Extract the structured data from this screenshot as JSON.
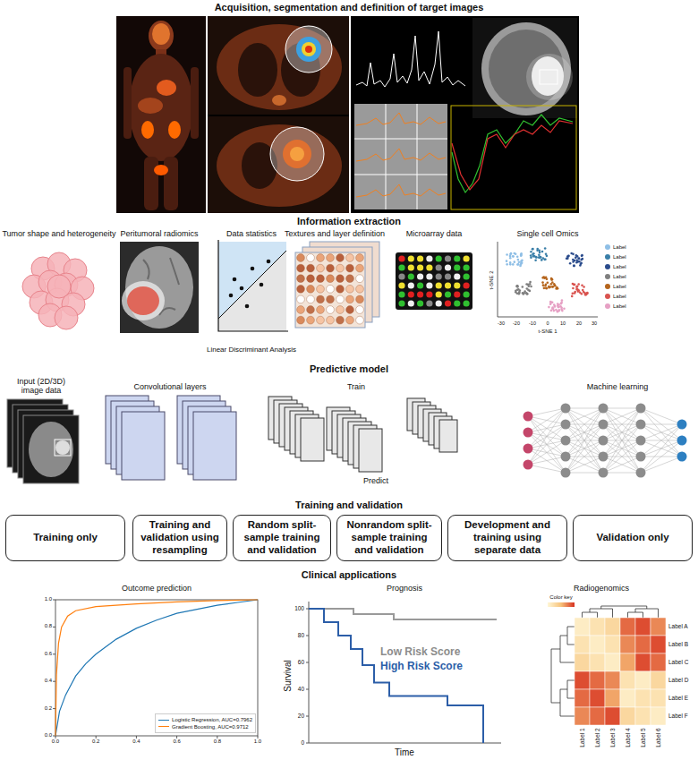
{
  "diagram": {
    "nodes": [
      {
        "text": [
          "Training only"
        ]
      },
      {
        "text": [
          "Training and validation using resampling"
        ]
      },
      {
        "text": [
          "Random split-sample training and validation"
        ]
      },
      {
        "text": [
          "Nonrandom split-sample training and validation"
        ]
      },
      {
        "text": [
          "Development and training using separate data"
        ]
      },
      {
        "text": [
          "Validation only"
        ]
      }
    ],
    "labels": [
      "Acquisition, segmentation and definition of target images",
      "Information extraction",
      "Tumor shape and heterogeneity",
      "Peritumoral radiomics",
      "Data statistics",
      "Textures and layer definition",
      "Microarray data",
      "Single cell Omics",
      "Linear Discriminant Analysis",
      "t-SNE 2",
      "t-SNE 1",
      "-30",
      "-20",
      "-10",
      "0",
      "10",
      "20",
      "30",
      "Predictive model",
      "Input (2D/3D) image data",
      "Convolutional layers",
      "Train",
      "Machine learning",
      "Predict",
      "Training and validation",
      "Clinical applications",
      "Outcome prediction",
      "Prognosis",
      "Radiogenomics",
      "0.0",
      "0.2",
      "0.4",
      "0.6",
      "0.8",
      "1.0",
      "0.0",
      "0.2",
      "0.4",
      "0.6",
      "0.8",
      "1.0",
      "100",
      "80",
      "60",
      "40",
      "20",
      "0",
      "Survival",
      "Time",
      "Low Risk Score",
      "High Risk Score",
      "Color key",
      "Label A",
      "Label B",
      "Label C",
      "Label D",
      "Label E",
      "Label F",
      "Label 1",
      "Label 2",
      "Label 3",
      "Label 4",
      "Label 5",
      "Label 6"
    ],
    "legend": [
      {
        "text": "Label",
        "color": "#8fbfe6"
      },
      {
        "text": "Label",
        "color": "#3a7fa8"
      },
      {
        "text": "Label",
        "color": "#2b4c8c"
      },
      {
        "text": "Label",
        "color": "#7f7f7f"
      },
      {
        "text": "Label",
        "color": "#b5651d"
      },
      {
        "text": "Label",
        "color": "#d9534f"
      },
      {
        "text": "Label",
        "color": "#e6a0c4"
      },
      {
        "text": "Logistic Regression, AUC=0.7962"
      },
      {
        "text": "Gradient Boosting, AUC=0.9712"
      }
    ]
  }
}
